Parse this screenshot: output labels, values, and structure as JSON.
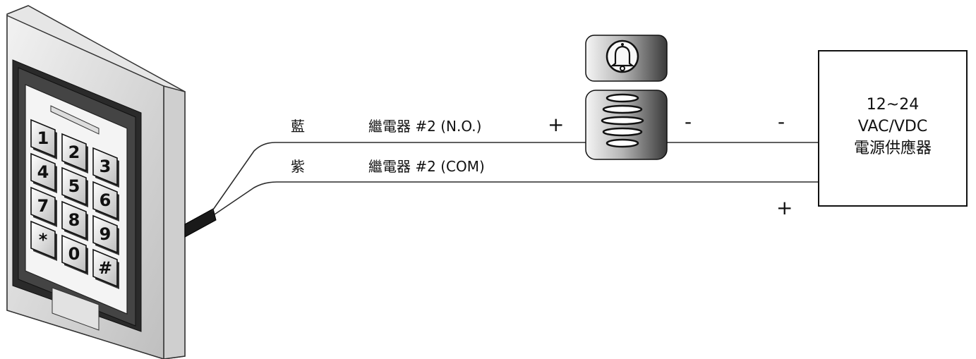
{
  "keypad": {
    "keys": [
      "1",
      "2",
      "3",
      "4",
      "5",
      "6",
      "7",
      "8",
      "9",
      "*",
      "0",
      "#"
    ]
  },
  "wires": [
    {
      "color_label": "藍",
      "color_hex": "#1f5fa8",
      "function": "繼電器 #2 (N.O.)"
    },
    {
      "color_label": "紫",
      "color_hex": "#7a3f96",
      "function": "繼電器 #2 (COM)"
    }
  ],
  "bell": {
    "icon": "bell-icon",
    "plus": "+",
    "minus": "-"
  },
  "power_supply": {
    "line1": "12~24",
    "line2": "VAC/VDC",
    "line3": "電源供應器",
    "minus": "-",
    "plus": "+"
  }
}
